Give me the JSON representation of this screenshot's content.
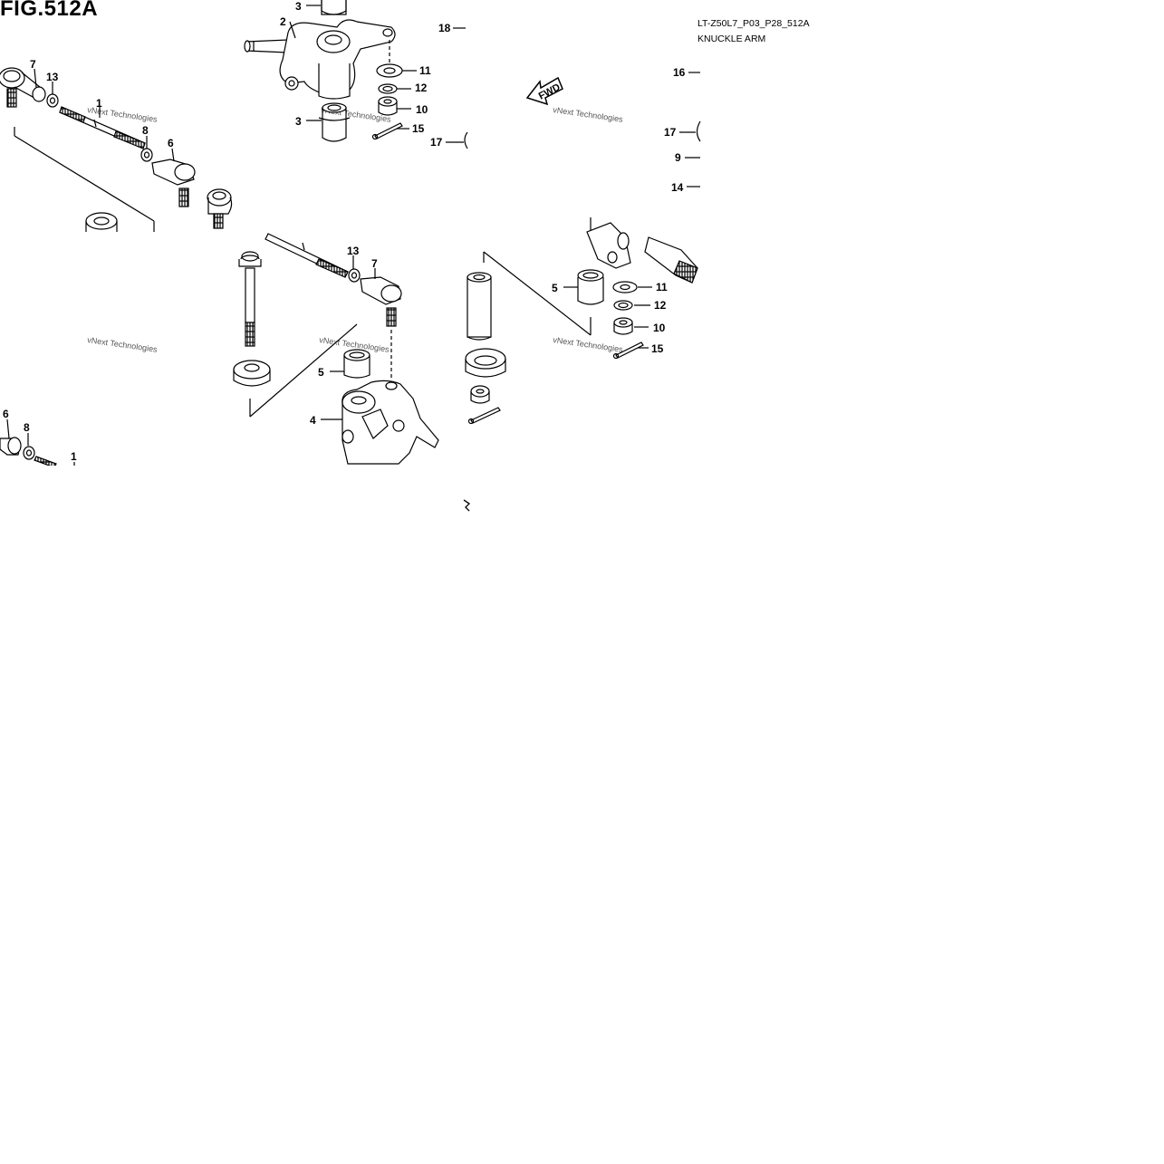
{
  "figure": {
    "title": "FIG.512A",
    "code": "LT-Z50L7_P03_P28_512A",
    "name": "KNUCKLE ARM",
    "arrow_label": "FWD"
  },
  "watermark": "vNext Technologies",
  "callouts": [
    {
      "id": "c-3a",
      "label": "3"
    },
    {
      "id": "c-2",
      "label": "2"
    },
    {
      "id": "c-18",
      "label": "18"
    },
    {
      "id": "c-11a",
      "label": "11"
    },
    {
      "id": "c-12a",
      "label": "12"
    },
    {
      "id": "c-10a",
      "label": "10"
    },
    {
      "id": "c-15a",
      "label": "15"
    },
    {
      "id": "c-3b",
      "label": "3"
    },
    {
      "id": "c-17a",
      "label": "17"
    },
    {
      "id": "c-16",
      "label": "16"
    },
    {
      "id": "c-17b",
      "label": "17"
    },
    {
      "id": "c-9",
      "label": "9"
    },
    {
      "id": "c-14",
      "label": "14"
    },
    {
      "id": "c-7a",
      "label": "7"
    },
    {
      "id": "c-13a",
      "label": "13"
    },
    {
      "id": "c-1a",
      "label": "1"
    },
    {
      "id": "c-8a",
      "label": "8"
    },
    {
      "id": "c-6a",
      "label": "6"
    },
    {
      "id": "c-13b",
      "label": "13"
    },
    {
      "id": "c-7b",
      "label": "7"
    },
    {
      "id": "c-5a",
      "label": "5"
    },
    {
      "id": "c-11b",
      "label": "11"
    },
    {
      "id": "c-12b",
      "label": "12"
    },
    {
      "id": "c-10b",
      "label": "10"
    },
    {
      "id": "c-15b",
      "label": "15"
    },
    {
      "id": "c-5b",
      "label": "5"
    },
    {
      "id": "c-4",
      "label": "4"
    },
    {
      "id": "c-6b",
      "label": "6"
    },
    {
      "id": "c-8b",
      "label": "8"
    },
    {
      "id": "c-1b",
      "label": "1"
    }
  ]
}
